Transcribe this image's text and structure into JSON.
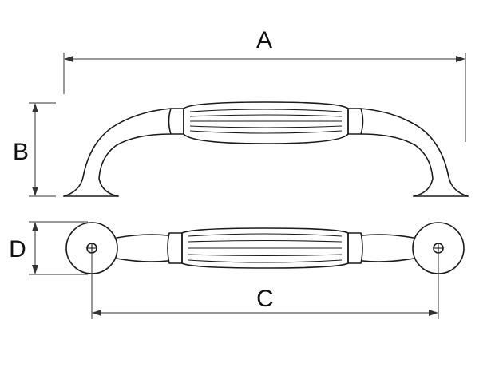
{
  "figure": {
    "labels": {
      "A": "A",
      "B": "B",
      "C": "C",
      "D": "D"
    }
  }
}
